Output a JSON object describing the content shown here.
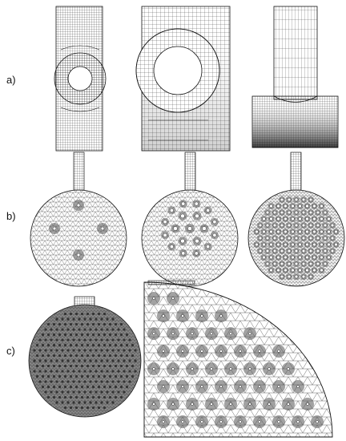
{
  "rows": [
    {
      "label": "a)"
    },
    {
      "label": "b)"
    },
    {
      "label": "c)"
    }
  ],
  "panels": [
    {
      "name": "panel-a1-pipe-ring-mesh"
    },
    {
      "name": "panel-a2-large-ring-mesh"
    },
    {
      "name": "panel-a3-tee-junction-mesh"
    },
    {
      "name": "panel-b1-disk-4-holes"
    },
    {
      "name": "panel-b2-disk-ring-holes"
    },
    {
      "name": "panel-b3-disk-many-holes"
    },
    {
      "name": "panel-c1-disk-fine-mesh"
    },
    {
      "name": "panel-c2-quarter-disk-zoom"
    }
  ],
  "colors": {
    "mesh": "#1a1a1a",
    "background": "#ffffff"
  }
}
